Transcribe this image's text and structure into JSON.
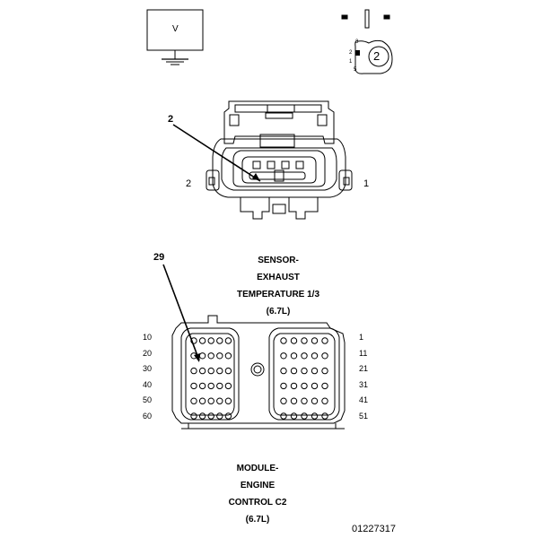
{
  "legend": {
    "box_symbol": "V",
    "view_number": "2",
    "small_pins": [
      "3",
      "2",
      "1",
      "5"
    ]
  },
  "sensor_connector": {
    "callout": "2",
    "pin_left": "2",
    "pin_right": "1",
    "title_lines": [
      "SENSOR-",
      "EXHAUST",
      "TEMPERATURE 1/3",
      "(6.7L)"
    ]
  },
  "ecm_connector": {
    "callout": "29",
    "left_rows": [
      "10",
      "20",
      "30",
      "40",
      "50",
      "60"
    ],
    "right_rows": [
      "1",
      "11",
      "21",
      "31",
      "41",
      "51"
    ],
    "title_lines": [
      "MODULE-",
      "ENGINE",
      "CONTROL C2",
      "(6.7L)"
    ]
  },
  "figure_id": "01227317"
}
